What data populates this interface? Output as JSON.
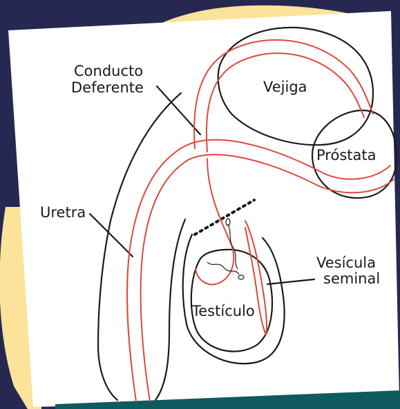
{
  "colors": {
    "background": "#252850",
    "blob": "#FCE39A",
    "paper": "#FFFFFF",
    "footer": "#0E5A5E",
    "outline": "#1A1A1A",
    "duct": "#E0463E"
  },
  "labels": {
    "conducto_line1": "Conducto",
    "conducto_line2": "Deferente",
    "vejiga": "Vejiga",
    "prostata": "Próstata",
    "uretra": "Uretra",
    "vesicula_line1": "Vesícula",
    "vesicula_line2": "seminal",
    "testiculo": "Testículo"
  }
}
